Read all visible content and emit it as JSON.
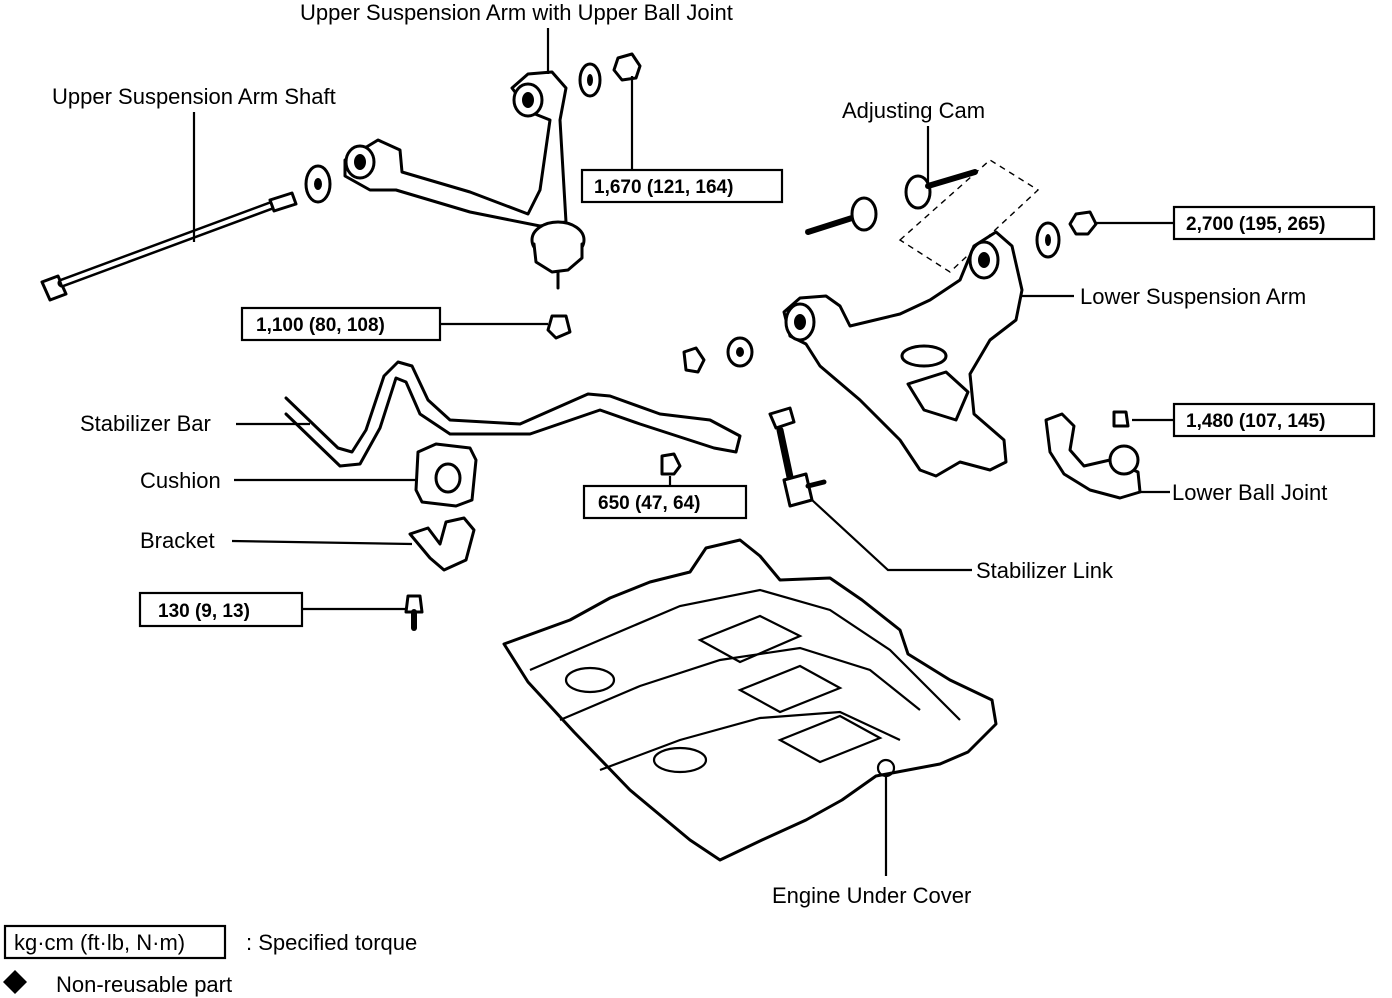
{
  "labels": {
    "upper_arm_ball_joint": "Upper Suspension Arm with Upper Ball Joint",
    "upper_arm_shaft": "Upper Suspension Arm Shaft",
    "adjusting_cam": "Adjusting Cam",
    "lower_arm": "Lower Suspension Arm",
    "stabilizer_bar": "Stabilizer Bar",
    "cushion": "Cushion",
    "bracket": "Bracket",
    "lower_ball_joint": "Lower Ball Joint",
    "stabilizer_link": "Stabilizer Link",
    "engine_under_cover": "Engine Under Cover"
  },
  "torques": {
    "upper_arm_nut": "1,670 (121,  164)",
    "lower_arm_nut": "2,700 (195,  265)",
    "upper_ball_joint_nut": "1,100 (80,  108)",
    "lower_ball_joint_nut": "1,480 (107,  145)",
    "stabilizer_link_nut": "650 (47,  64)",
    "bracket_bolt": "130 (9,  13)"
  },
  "legend": {
    "unit_box": "kg·cm (ft·lb, N·m)",
    "unit_text": ":  Specified torque",
    "nonreusable_text": "Non-reusable part"
  }
}
